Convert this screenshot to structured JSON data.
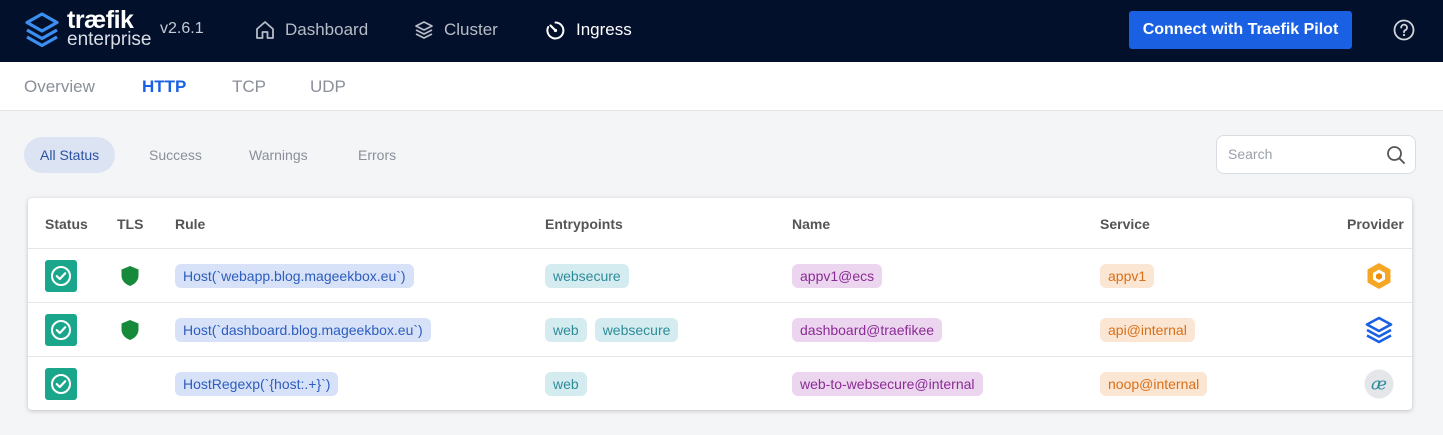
{
  "header": {
    "brand_line1": "træfik",
    "brand_line2": "enterprise",
    "version": "v2.6.1",
    "nav": [
      {
        "label": "Dashboard",
        "icon": "home-icon",
        "active": false
      },
      {
        "label": "Cluster",
        "icon": "layers-icon",
        "active": false
      },
      {
        "label": "Ingress",
        "icon": "gauge-icon",
        "active": true
      }
    ],
    "pilot_button": "Connect with Traefik Pilot",
    "help_icon": "help-icon"
  },
  "subtabs": [
    {
      "label": "Overview",
      "active": false
    },
    {
      "label": "HTTP",
      "active": true
    },
    {
      "label": "TCP",
      "active": false
    },
    {
      "label": "UDP",
      "active": false
    }
  ],
  "filters": [
    {
      "label": "All Status",
      "active": true
    },
    {
      "label": "Success",
      "active": false
    },
    {
      "label": "Warnings",
      "active": false
    },
    {
      "label": "Errors",
      "active": false
    }
  ],
  "search": {
    "placeholder": "Search",
    "value": ""
  },
  "table": {
    "headers": {
      "status": "Status",
      "tls": "TLS",
      "rule": "Rule",
      "entrypoints": "Entrypoints",
      "name": "Name",
      "service": "Service",
      "provider": "Provider"
    },
    "rows": [
      {
        "status": "success",
        "tls": true,
        "rule": "Host(`webapp.blog.mageekbox.eu`)",
        "entrypoints": [
          "websecure"
        ],
        "name": "appv1@ecs",
        "service": "appv1",
        "provider": "ecs-icon"
      },
      {
        "status": "success",
        "tls": true,
        "rule": "Host(`dashboard.blog.mageekbox.eu`)",
        "entrypoints": [
          "web",
          "websecure"
        ],
        "name": "dashboard@traefikee",
        "service": "api@internal",
        "provider": "traefikee-icon"
      },
      {
        "status": "success",
        "tls": false,
        "rule": "HostRegexp(`{host:.+}`)",
        "entrypoints": [
          "web"
        ],
        "name": "web-to-websecure@internal",
        "service": "noop@internal",
        "provider": "internal-icon"
      }
    ]
  },
  "colors": {
    "topbar": "#03102c",
    "accent": "#1a60e2",
    "success": "#1aa68a",
    "tls_shield": "#168a3a"
  }
}
